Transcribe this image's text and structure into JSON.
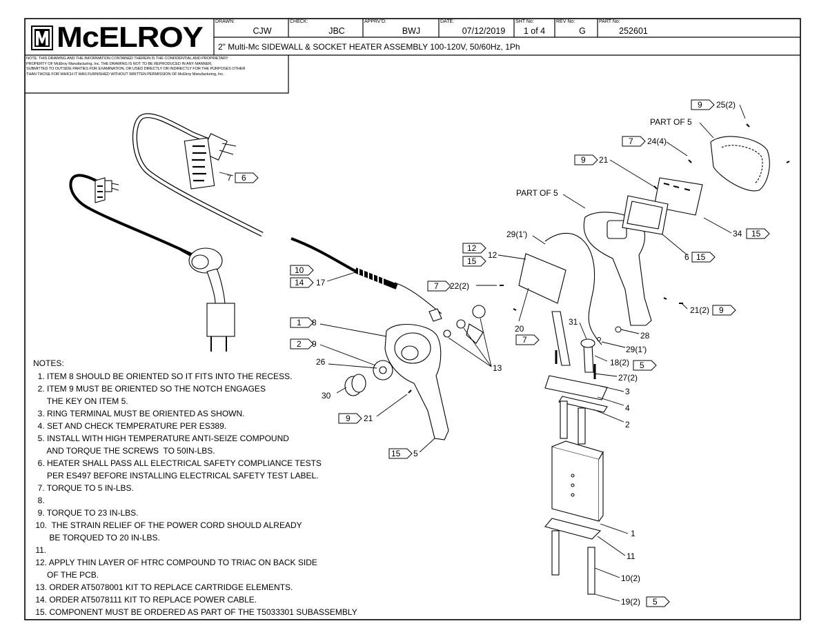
{
  "title_block": {
    "logo_text": "McELROY",
    "logo_mark": "M",
    "drawn_caption": "DRAWN:",
    "drawn": "CJW",
    "check_caption": "CHECK:",
    "check": "JBC",
    "apprvd_caption": "APPRV'D:",
    "apprvd": "BWJ",
    "date_caption": "DATE:",
    "date": "07/12/2019",
    "sheet_caption": "SHT No:",
    "sheet": "1 of 4",
    "rev_caption": "REV No:",
    "rev": "G",
    "part_caption": "PART No:",
    "part": "252601",
    "title": "2\" Multi-Mc SIDEWALL & SOCKET HEATER ASSEMBLY 100-120V, 50/60Hz, 1Ph",
    "confidentiality_lines": [
      "NOTE: THIS DRAWING AND THE INFORMATION CONTAINED THEREIN IS THE CONFIDENTIAL AND PROPRIETARY",
      "PROPERTY OF McElroy Manufacturing, Inc. THE DRAWING IS NOT TO BE REPRODUCED IN ANY MANNER,",
      "SUBMITTED TO OUTSIDE PARTIES FOR EXAMINATION, OR USED DIRECTLY OR INDIRECTLY FOR THE PURPOSES OTHER",
      "THAN THOSE FOR WHICH IT WAS FURNISHED WITHOUT WRITTEN PERMISSION OF McElroy Manufacturing, Inc."
    ]
  },
  "notes": {
    "heading": "NOTES:",
    "lines": [
      "  1. ITEM 8 SHOULD BE ORIENTED SO IT FITS INTO THE RECESS.",
      "  2. ITEM 9 MUST BE ORIENTED SO THE NOTCH ENGAGES",
      "      THE KEY ON ITEM 5.",
      "  3. RING TERMINAL MUST BE ORIENTED AS SHOWN.",
      "  4. SET AND CHECK TEMPERATURE PER ES389.",
      "  5. INSTALL WITH HIGH TEMPERATURE ANTI-SEIZE COMPOUND",
      "      AND TORQUE THE SCREWS  TO 50IN-LBS.",
      "  6. HEATER SHALL PASS ALL ELECTRICAL SAFETY COMPLIANCE TESTS",
      "      PER ES497 BEFORE INSTALLING ELECTRICAL SAFETY TEST LABEL.",
      "  7. TORQUE TO 5 IN-LBS.",
      "  8.",
      "  9. TORQUE TO 23 IN-LBS.",
      " 10.  THE STRAIN RELIEF OF THE POWER CORD SHOULD ALREADY",
      "       BE TORQUED TO 20 IN-LBS.",
      " 11.",
      " 12. APPLY THIN LAYER OF HTRC COMPOUND TO TRIAC ON BACK SIDE",
      "      OF THE PCB.",
      " 13. ORDER AT5078001 KIT TO REPLACE CARTRIDGE ELEMENTS.",
      " 14. ORDER AT5078111 KIT TO REPLACE POWER CABLE.",
      " 15. COMPONENT MUST BE ORDERED AS PART OF THE T5033301 SUBASSEMBLY"
    ]
  },
  "callouts": {
    "c25": "25(2)",
    "f25": "9",
    "part_of_5_a": "PART OF 5",
    "c24": "24(4)",
    "f24": "7",
    "c21_top": "21",
    "f21_top": "9",
    "part_of_5_b": "PART OF 5",
    "c34": "34",
    "f34": "15",
    "c6_right": "6",
    "f6_right": "15",
    "c7_cord": "7",
    "f7_cord": "6",
    "c29a": "29(1')",
    "f12a": "12",
    "f12b": "15",
    "c12": "12",
    "f10": "10",
    "f14": "14",
    "c17": "17",
    "f22": "7",
    "c22": "22(2)",
    "c21_mid": "21(2)",
    "f21_mid": "9",
    "c20": "20",
    "f20": "7",
    "c31": "31",
    "c28": "28",
    "c29b": "29(1')",
    "f8": "1",
    "c8": "8",
    "f9": "2",
    "c9": "9",
    "c18": "18(2)",
    "f18": "5",
    "c27": "27(2)",
    "c13": "13",
    "c26": "26",
    "c3": "3",
    "c4": "4",
    "c2": "2",
    "c30": "30",
    "f21_low": "9",
    "c21_low": "21",
    "f5": "15",
    "c5": "5",
    "c1": "1",
    "c11": "11",
    "c10": "10(2)",
    "c19": "19(2)",
    "f19": "5"
  }
}
